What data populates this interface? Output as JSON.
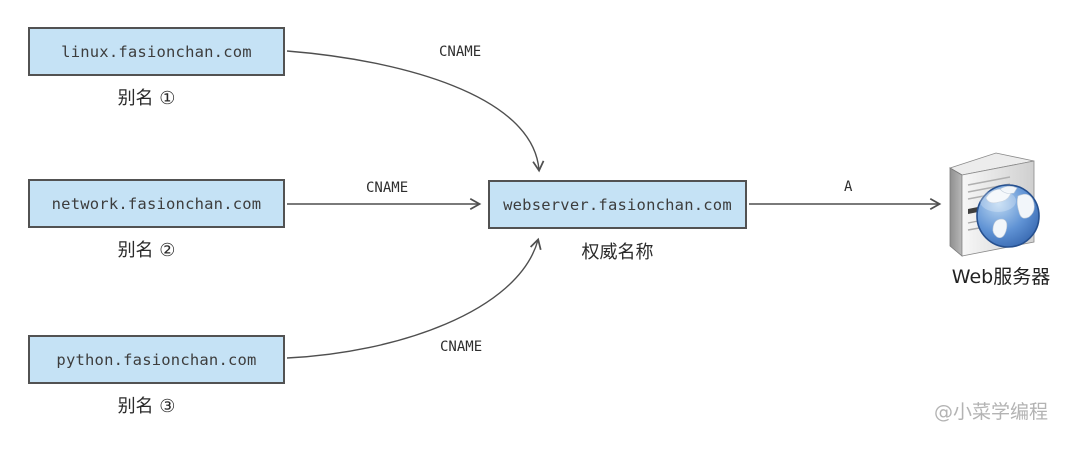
{
  "diagram": {
    "aliases": [
      {
        "domain": "linux.fasionchan.com",
        "label": "别名 ①"
      },
      {
        "domain": "network.fasionchan.com",
        "label": "别名 ②"
      },
      {
        "domain": "python.fasionchan.com",
        "label": "别名 ③"
      }
    ],
    "canonical": {
      "domain": "webserver.fasionchan.com",
      "label": "权威名称"
    },
    "server": {
      "label": "Web服务器",
      "icon": "server-globe-icon"
    },
    "edges": [
      {
        "from": "linux.fasionchan.com",
        "to": "webserver.fasionchan.com",
        "label": "CNAME"
      },
      {
        "from": "network.fasionchan.com",
        "to": "webserver.fasionchan.com",
        "label": "CNAME"
      },
      {
        "from": "python.fasionchan.com",
        "to": "webserver.fasionchan.com",
        "label": "CNAME"
      },
      {
        "from": "webserver.fasionchan.com",
        "to": "Web服务器",
        "label": "A"
      }
    ],
    "watermark": "@小菜学编程",
    "colors": {
      "box_fill": "#c5e2f5",
      "box_border": "#525252",
      "line": "#4f4f4f",
      "text": "#2e2e2e",
      "watermark": "#b3b3b3"
    }
  }
}
